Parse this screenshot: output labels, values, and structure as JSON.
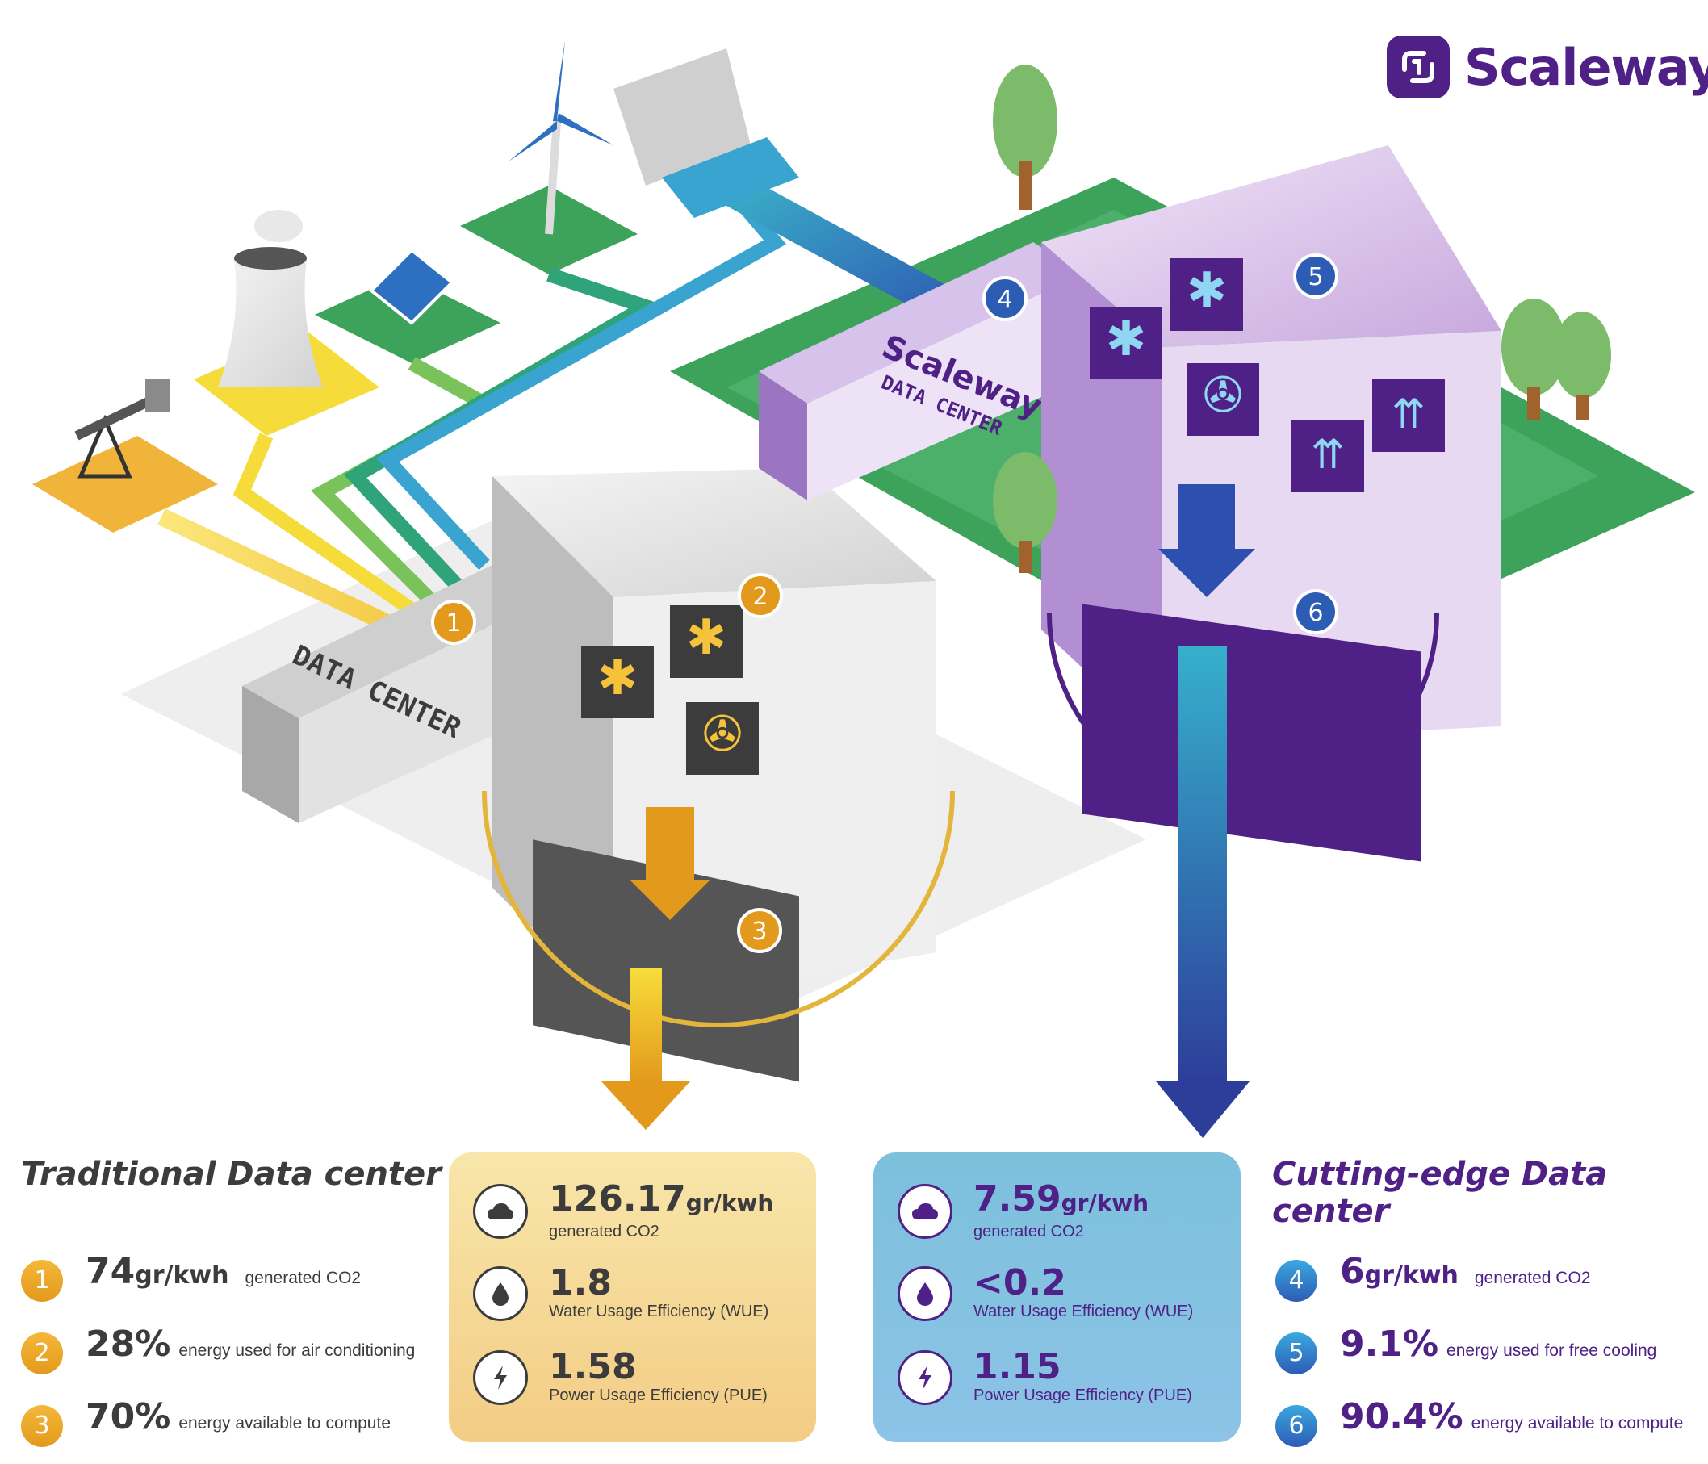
{
  "logo": {
    "text": "Scaleway"
  },
  "scene": {
    "traditional_building_sign": "DATA CENTER",
    "scaleway_building_brand": "Scaleway",
    "scaleway_building_sign": "DATA CENTER",
    "markers": [
      "1",
      "2",
      "3",
      "4",
      "5",
      "6"
    ]
  },
  "traditional": {
    "title": "Traditional Data center",
    "metrics": [
      {
        "num": "1",
        "value": "74",
        "unit": "gr/kwh",
        "label": "generated CO2"
      },
      {
        "num": "2",
        "value": "28%",
        "unit": "",
        "label": "energy used for air conditioning"
      },
      {
        "num": "3",
        "value": "70%",
        "unit": "",
        "label": "energy available to compute"
      }
    ],
    "card": [
      {
        "icon": "cloud-icon",
        "value": "126.17",
        "unit": "gr/kwh",
        "label": "generated CO2"
      },
      {
        "icon": "water-drop-icon",
        "value": "1.8",
        "unit": "",
        "label": "Water Usage Efficiency (WUE)"
      },
      {
        "icon": "lightning-icon",
        "value": "1.58",
        "unit": "",
        "label": "Power Usage Efficiency (PUE)"
      }
    ]
  },
  "cutting_edge": {
    "title": "Cutting-edge Data center",
    "metrics": [
      {
        "num": "4",
        "value": "6",
        "unit": "gr/kwh",
        "label": "generated CO2"
      },
      {
        "num": "5",
        "value": "9.1%",
        "unit": "",
        "label": "energy used for free cooling"
      },
      {
        "num": "6",
        "value": "90.4%",
        "unit": "",
        "label": "energy available to compute"
      }
    ],
    "card": [
      {
        "icon": "cloud-icon",
        "value": "7.59",
        "unit": "gr/kwh",
        "label": "generated CO2"
      },
      {
        "icon": "water-drop-icon",
        "value": "<0.2",
        "unit": "",
        "label": "Water Usage Efficiency (WUE)"
      },
      {
        "icon": "lightning-icon",
        "value": "1.15",
        "unit": "",
        "label": "Power Usage Efficiency (PUE)"
      }
    ]
  },
  "colors": {
    "brand_purple": "#4f2186",
    "traditional_orange": "#e39a1c",
    "traditional_yellow": "#f5dc3a",
    "cutting_blue": "#2d5cb5",
    "cutting_cyan": "#3aa8e0",
    "grass_green": "#3ea35a",
    "text_dark": "#3c3c3c"
  }
}
